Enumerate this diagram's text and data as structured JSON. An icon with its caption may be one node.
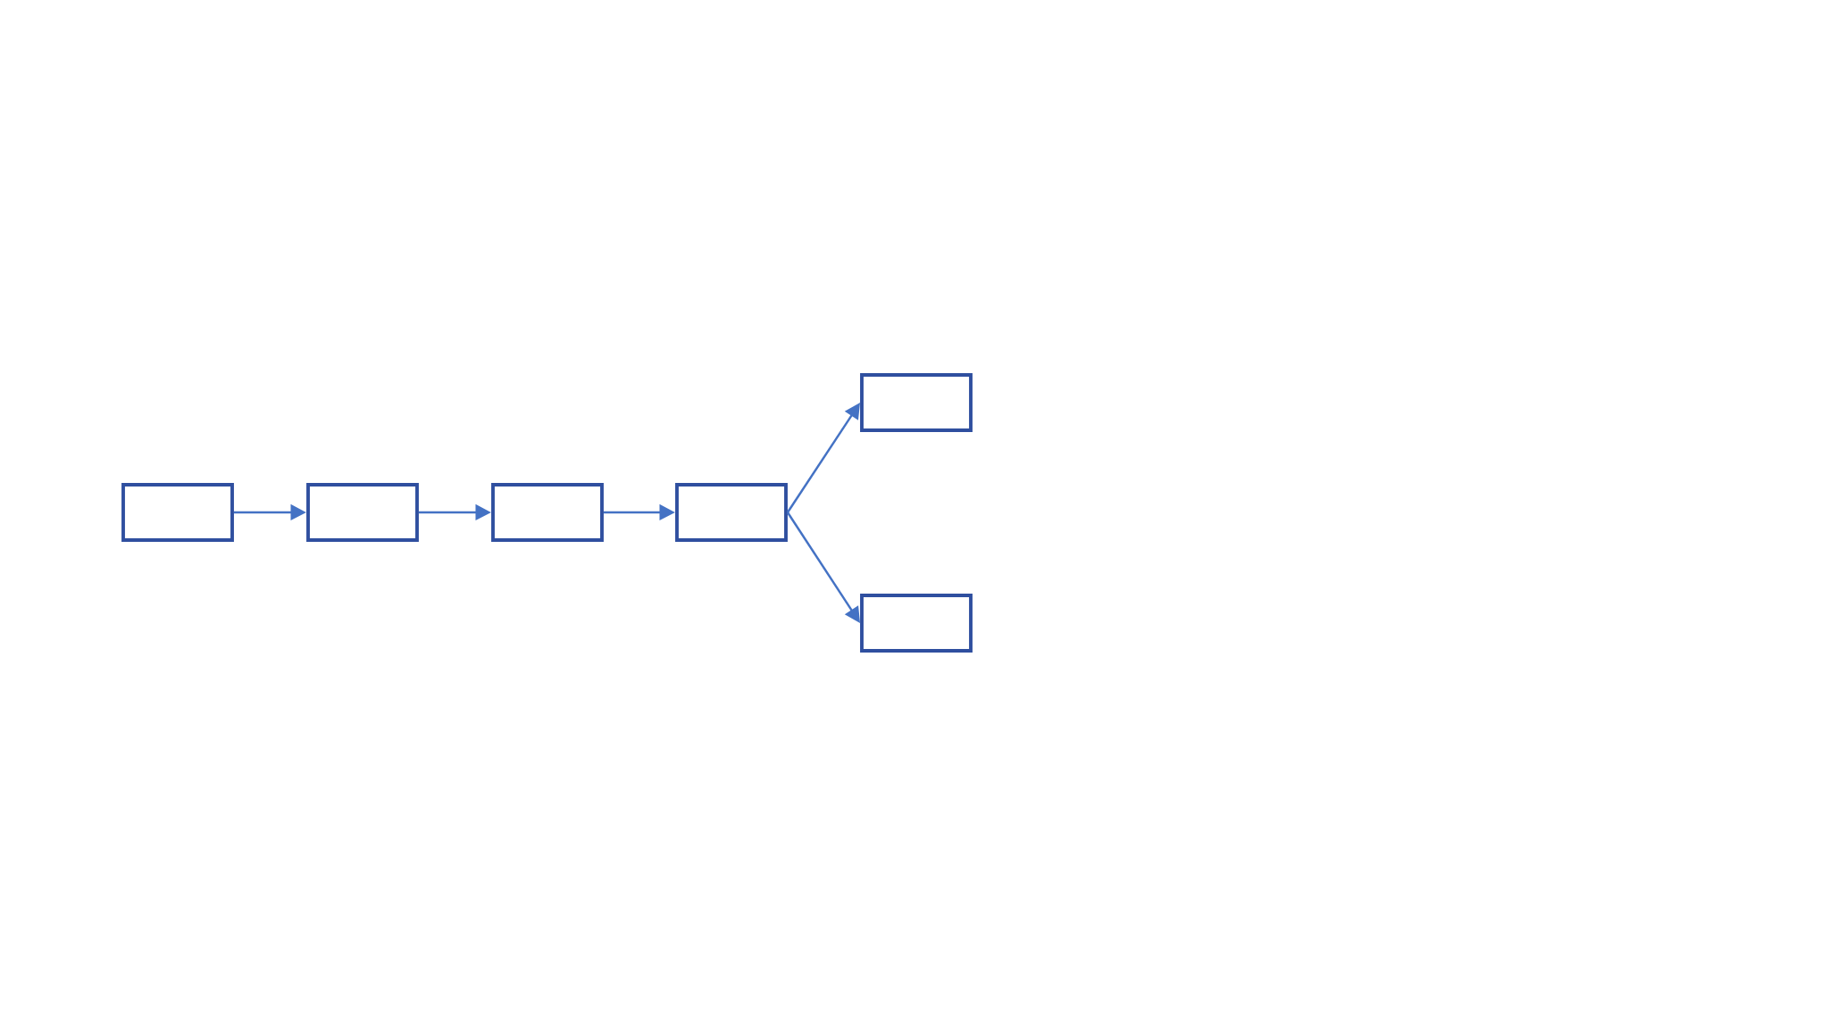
{
  "diagram": {
    "nodes": [
      {
        "text": [],
        "shape": "box"
      },
      {
        "text": [],
        "shape": "box"
      },
      {
        "text": [],
        "shape": "box"
      },
      {
        "text": [],
        "shape": "box"
      },
      {
        "text": [],
        "shape": "box"
      },
      {
        "text": [],
        "shape": "box"
      }
    ],
    "edges": [
      {
        "from": 0,
        "to": 1,
        "arrow": "to"
      },
      {
        "from": 1,
        "to": 2,
        "arrow": "to"
      },
      {
        "from": 2,
        "to": 3,
        "arrow": "to"
      },
      {
        "from": 3,
        "to": 4,
        "arrow": "to"
      },
      {
        "from": 3,
        "to": 5,
        "arrow": "to"
      }
    ]
  }
}
